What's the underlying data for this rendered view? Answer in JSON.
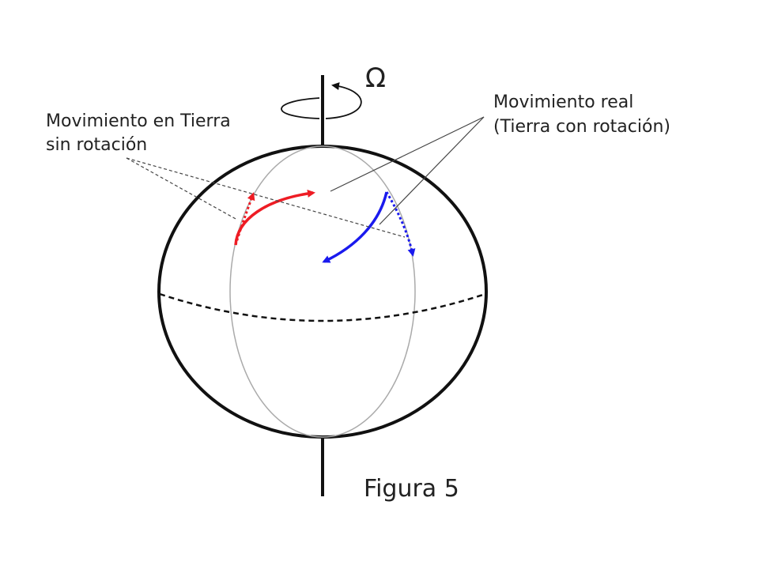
{
  "diagram": {
    "omega_symbol": "Ω",
    "label_left_line1": "Movimiento en Tierra",
    "label_left_line2": "sin rotación",
    "label_right_line1": "Movimiento real",
    "label_right_line2": "(Tierra con rotación)",
    "figure_caption": "Figura 5"
  },
  "colors": {
    "outline": "#111111",
    "meridian": "#aaaaaa",
    "leader": "#444444",
    "path_red": "#ee1c24",
    "path_blue": "#1a1aee"
  }
}
